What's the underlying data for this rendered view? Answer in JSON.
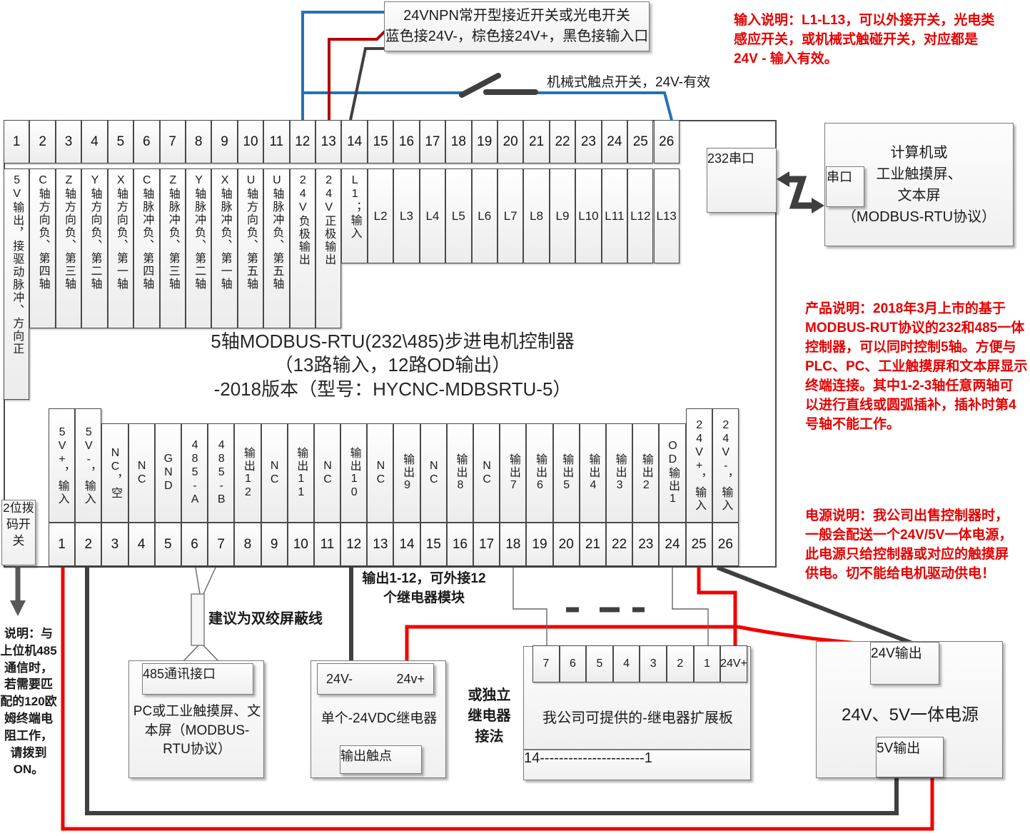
{
  "colors": {
    "wire_blue": "#2273b5",
    "wire_dark": "#3f3f3f",
    "wire_red": "#f20000",
    "wire_red_dark": "#b30000",
    "note_red": "#e60000"
  },
  "top_note": {
    "line1": "24VNPN常开型接近开关或光电开关",
    "line2": "蓝色接24V-，棕色接24V+，黑色接输入口"
  },
  "mechanical_switch_label": "机械式触点开关，24V-有效",
  "input_note": {
    "line1": "输入说明：L1-L13，可以外接开关，光电类",
    "line2": "感应开关，或机械式触碰开关，对应都是",
    "line3": "24V - 输入有效。"
  },
  "serial": {
    "port232": "232串口",
    "port": "串口",
    "computer_line1": "计算机或",
    "computer_line2": "工业触摸屏、",
    "computer_line3": "文本屏",
    "computer_line4": "（MODBUS-RTU协议）"
  },
  "title": {
    "line1": "5轴MODBUS-RTU(232\\485)步进电机控制器",
    "line2": "（13路输入，12路OD输出）",
    "line3": "-2018版本（型号：HYCNC-MDBSRTU-5）"
  },
  "product_note": {
    "line1": "产品说明：2018年3月上市的基于",
    "line2": "MODBUS-RUT协议的232和485一体",
    "line3": "控制器，可以同时控制5轴。方便与",
    "line4": "PLC、PC、工业触摸屏和文本屏显示",
    "line5": "终端连接。其中1-2-3轴任意两轴可",
    "line6": "以进行直线或圆弧插补，插补时第4",
    "line7": "号轴不能工作。"
  },
  "power_note": {
    "line1": "电源说明：我公司出售控制器时，",
    "line2": "一般会配送一个24V/5V一体电源，",
    "line3": "此电源只给控制器或对应的触摸屏",
    "line4": "供电。切不能给电机驱动供电！"
  },
  "dip_switch": {
    "label": "2位拨码开关",
    "note": "说明：与上位机485通信时，若需要匹配的120欧姆终端电阻工作，请拨到ON。"
  },
  "top_terminals": [
    {
      "num": "1",
      "label": "5V输出，接驱动脉冲、方向正"
    },
    {
      "num": "2",
      "label": "C轴方向负、第四轴"
    },
    {
      "num": "3",
      "label": "Z轴方向负、第三轴"
    },
    {
      "num": "4",
      "label": "Y轴方向负、第二轴"
    },
    {
      "num": "5",
      "label": "X轴方向负、第一轴"
    },
    {
      "num": "6",
      "label": "C轴脉冲负、第四轴"
    },
    {
      "num": "7",
      "label": "Z轴脉冲负、第三轴"
    },
    {
      "num": "8",
      "label": "Y轴脉冲负、第二轴"
    },
    {
      "num": "9",
      "label": "X轴脉冲负、第一轴"
    },
    {
      "num": "10",
      "label": "U轴方向负、第五轴"
    },
    {
      "num": "11",
      "label": "U轴脉冲负、第五轴"
    },
    {
      "num": "12",
      "label": "24V负极输出"
    },
    {
      "num": "13",
      "label": "24V正极输出"
    },
    {
      "num": "14",
      "label": "L1；输入"
    },
    {
      "num": "15",
      "label": "L2"
    },
    {
      "num": "16",
      "label": "L3"
    },
    {
      "num": "17",
      "label": "L4"
    },
    {
      "num": "18",
      "label": "L5"
    },
    {
      "num": "19",
      "label": "L6"
    },
    {
      "num": "20",
      "label": "L7"
    },
    {
      "num": "21",
      "label": "L8"
    },
    {
      "num": "22",
      "label": "L9"
    },
    {
      "num": "23",
      "label": "L10"
    },
    {
      "num": "24",
      "label": "L11"
    },
    {
      "num": "25",
      "label": "L12"
    },
    {
      "num": "26",
      "label": "L13"
    }
  ],
  "bottom_terminals": [
    {
      "num": "1",
      "label": "5V+，输入"
    },
    {
      "num": "2",
      "label": "5V-，输入"
    },
    {
      "num": "3",
      "label": "NC，空"
    },
    {
      "num": "4",
      "label": "NC"
    },
    {
      "num": "5",
      "label": "GND"
    },
    {
      "num": "6",
      "label": "485-A"
    },
    {
      "num": "7",
      "label": "485-B"
    },
    {
      "num": "8",
      "label": "输出12"
    },
    {
      "num": "9",
      "label": "NC"
    },
    {
      "num": "10",
      "label": "输出11"
    },
    {
      "num": "11",
      "label": "NC"
    },
    {
      "num": "12",
      "label": "输出10"
    },
    {
      "num": "13",
      "label": "NC"
    },
    {
      "num": "14",
      "label": "输出9"
    },
    {
      "num": "15",
      "label": "NC"
    },
    {
      "num": "16",
      "label": "输出8"
    },
    {
      "num": "17",
      "label": "NC"
    },
    {
      "num": "18",
      "label": "输出7"
    },
    {
      "num": "19",
      "label": "输出6"
    },
    {
      "num": "20",
      "label": "输出5"
    },
    {
      "num": "21",
      "label": "输出4"
    },
    {
      "num": "22",
      "label": "输出3"
    },
    {
      "num": "23",
      "label": "输出2"
    },
    {
      "num": "24",
      "label": "OD输出1"
    },
    {
      "num": "25",
      "label": "24V+，输入"
    },
    {
      "num": "26",
      "label": "24V-，输入"
    }
  ],
  "wiring_labels": {
    "twisted_pair": "建议为双绞屏蔽线",
    "output_note_line1": "输出1-12，可外接12",
    "output_note_line2": "个继电器模块",
    "independent_line1": "或独立",
    "independent_line2": "继电器",
    "independent_line3": "接法"
  },
  "pc_box": {
    "port": "485通讯接口",
    "body": "PC或工业触摸屏、文本屏（MODBUS-RTU协议）"
  },
  "relay_box": {
    "neg": "24V-",
    "pos": "24v+",
    "title": "单个-24VDC继电器",
    "contact": "输出触点"
  },
  "expansion_board": {
    "terminals": [
      "7",
      "6",
      "5",
      "4",
      "3",
      "2",
      "1",
      "24V+"
    ],
    "title": "我公司可提供的-继电器扩展板",
    "range": "14----------------------1"
  },
  "power_supply": {
    "out24": "24V输出",
    "title": "24V、5V一体电源",
    "out5": "5V输出"
  }
}
